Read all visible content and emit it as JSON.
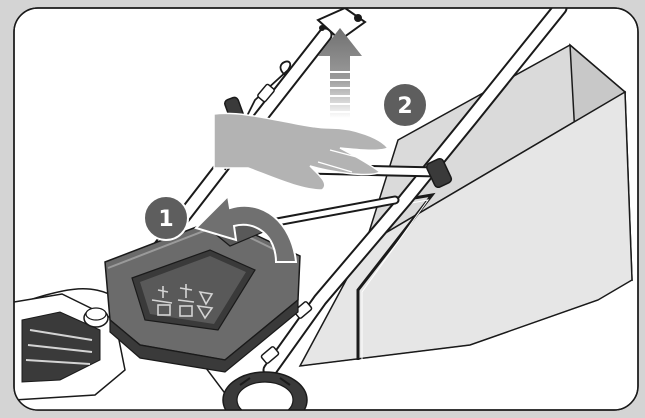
{
  "steps": [
    {
      "number": "1",
      "action": "open-cover"
    },
    {
      "number": "2",
      "action": "lift-handle"
    }
  ],
  "colors": {
    "frame_bg": "#d4d4d4",
    "panel_bg": "#ffffff",
    "line": "#1a1a1a",
    "bag": "#e6e6e6",
    "bag_shadow": "#c8c8c8",
    "motor_cover": "#6b6b6b",
    "motor_dark": "#3a3a3a",
    "hand": "#b3b3b3",
    "arrow": "#707070",
    "step_badge": "#5e5e5e"
  },
  "icons": [
    "curved-arrow-icon",
    "up-arrow-icon",
    "hand-icon"
  ]
}
